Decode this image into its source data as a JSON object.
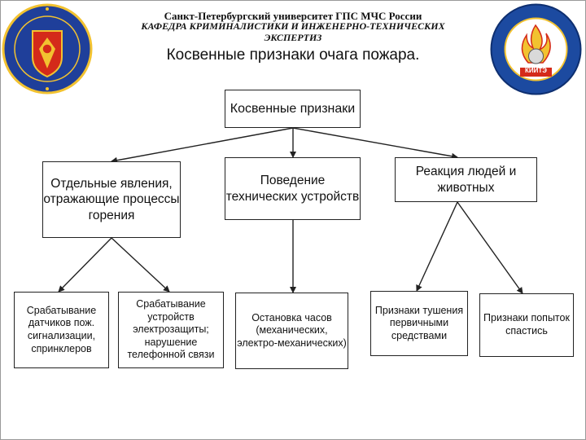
{
  "header": {
    "line1": "Санкт-Петербургский университет ГПС МЧС России",
    "line2": "КАФЕДРА КРИМИНАЛИСТИКИ И ИНЖЕНЕРНО-ТЕХНИЧЕСКИХ",
    "line3": "ЭКСПЕРТИЗ"
  },
  "title": "Косвенные признаки очага пожара.",
  "logos": {
    "left": {
      "name": "university-emblem",
      "colors": [
        "#1f3f9a",
        "#d42a1a",
        "#f2c230"
      ]
    },
    "right": {
      "name": "department-emblem",
      "colors": [
        "#1c4aa0",
        "#f2c230",
        "#d42a1a"
      ],
      "label": "КИИТЭ"
    }
  },
  "diagram": {
    "root": "Косвенные признаки",
    "branches": [
      {
        "label": "Отдельные явления, отражающие процессы горения"
      },
      {
        "label": "Поведение технических устройств"
      },
      {
        "label": "Реакция людей и животных"
      }
    ],
    "leaves": [
      "Срабатывание датчиков пож. сигнализации, спринклеров",
      "Срабатывание устройств электрозащиты; нарушение телефонной связи",
      "Остановка часов (механических, электро-механических)",
      "Признаки тушения первичными средствами",
      "Признаки попыток спастись"
    ]
  }
}
